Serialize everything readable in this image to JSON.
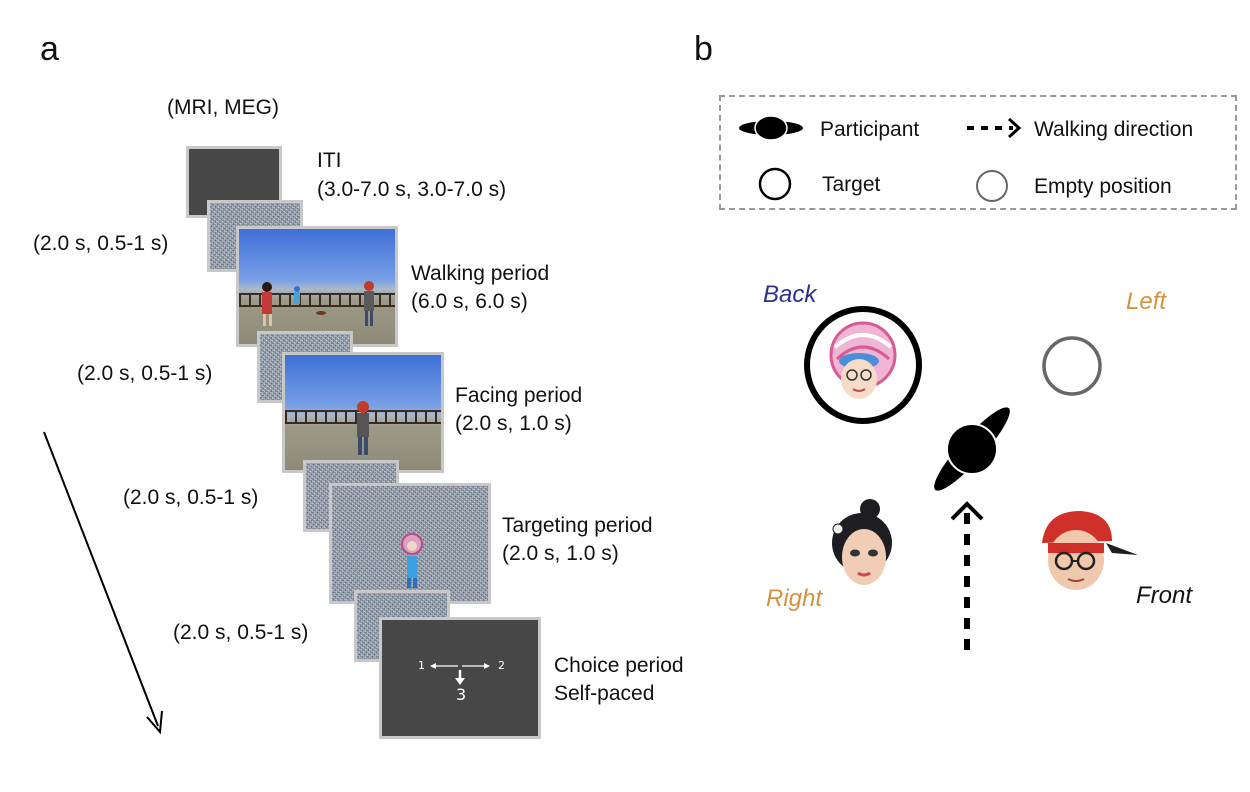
{
  "panel_a": {
    "label": "a",
    "header": "(MRI, MEG)",
    "iti": {
      "title": "ITI",
      "timing": "(3.0-7.0 s, 3.0-7.0 s)"
    },
    "mask_timing": "(2.0 s, 0.5-1 s)",
    "walking": {
      "title": "Walking period",
      "timing": "(6.0 s, 6.0 s)"
    },
    "facing": {
      "title": "Facing period",
      "timing": "(2.0 s, 1.0 s)"
    },
    "targeting": {
      "title": "Targeting period",
      "timing": "(2.0 s, 1.0 s)"
    },
    "choice": {
      "title": "Choice period",
      "timing": "Self-paced",
      "screen_left": "1",
      "screen_right": "2",
      "screen_down": "3"
    }
  },
  "panel_b": {
    "label": "b",
    "legend": {
      "participant": "Participant",
      "walking_direction": "Walking direction",
      "target": "Target",
      "empty_position": "Empty position"
    },
    "directions": {
      "back": "Back",
      "left": "Left",
      "right": "Right",
      "front": "Front"
    },
    "colors": {
      "back": "#2e2e8c",
      "left": "#d4923f",
      "right": "#d4923f",
      "front": "#111111"
    }
  }
}
